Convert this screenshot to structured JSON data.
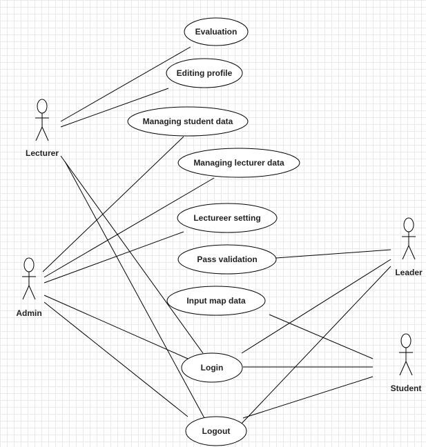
{
  "use_cases": [
    {
      "id": "evaluation",
      "label": "Evaluation"
    },
    {
      "id": "editing-profile",
      "label": "Editing profile"
    },
    {
      "id": "managing-student-data",
      "label": "Managing student data"
    },
    {
      "id": "managing-lecturer-data",
      "label": "Managing lecturer data"
    },
    {
      "id": "lecturer-setting",
      "label": "Lectureer setting"
    },
    {
      "id": "pass-validation",
      "label": "Pass validation"
    },
    {
      "id": "input-map-data",
      "label": "Input map data"
    },
    {
      "id": "login",
      "label": "Login"
    },
    {
      "id": "logout",
      "label": "Logout"
    }
  ],
  "actors": [
    {
      "id": "lecturer",
      "label": "Lecturer"
    },
    {
      "id": "admin",
      "label": "Admin"
    },
    {
      "id": "leader",
      "label": "Leader"
    },
    {
      "id": "student",
      "label": "Student"
    }
  ],
  "associations": [
    [
      "lecturer",
      "evaluation"
    ],
    [
      "lecturer",
      "editing-profile"
    ],
    [
      "lecturer",
      "login"
    ],
    [
      "lecturer",
      "logout"
    ],
    [
      "admin",
      "managing-student-data"
    ],
    [
      "admin",
      "managing-lecturer-data"
    ],
    [
      "admin",
      "lecturer-setting"
    ],
    [
      "admin",
      "login"
    ],
    [
      "admin",
      "logout"
    ],
    [
      "leader",
      "pass-validation"
    ],
    [
      "leader",
      "login"
    ],
    [
      "leader",
      "logout"
    ],
    [
      "student",
      "input-map-data"
    ],
    [
      "student",
      "login"
    ],
    [
      "student",
      "logout"
    ]
  ]
}
